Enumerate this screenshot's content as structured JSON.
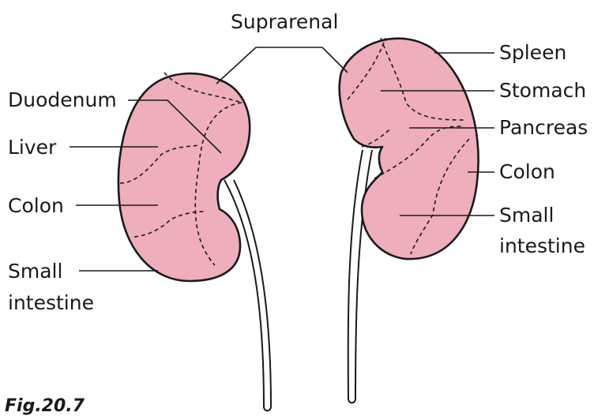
{
  "figure": {
    "label": "Fig.20.7",
    "top_label": "Suprarenal",
    "left_kidney_labels": {
      "duodenum": "Duodenum",
      "liver": "Liver",
      "colon": "Colon",
      "small_intestine_1": "Small",
      "small_intestine_2": "intestine"
    },
    "right_kidney_labels": {
      "spleen": "Spleen",
      "stomach": "Stomach",
      "pancreas": "Pancreas",
      "colon": "Colon",
      "small_intestine_1": "Small",
      "small_intestine_2": "intestine"
    },
    "colors": {
      "kidney_fill": "#eeaebb",
      "outline": "#1a1a1a"
    }
  }
}
